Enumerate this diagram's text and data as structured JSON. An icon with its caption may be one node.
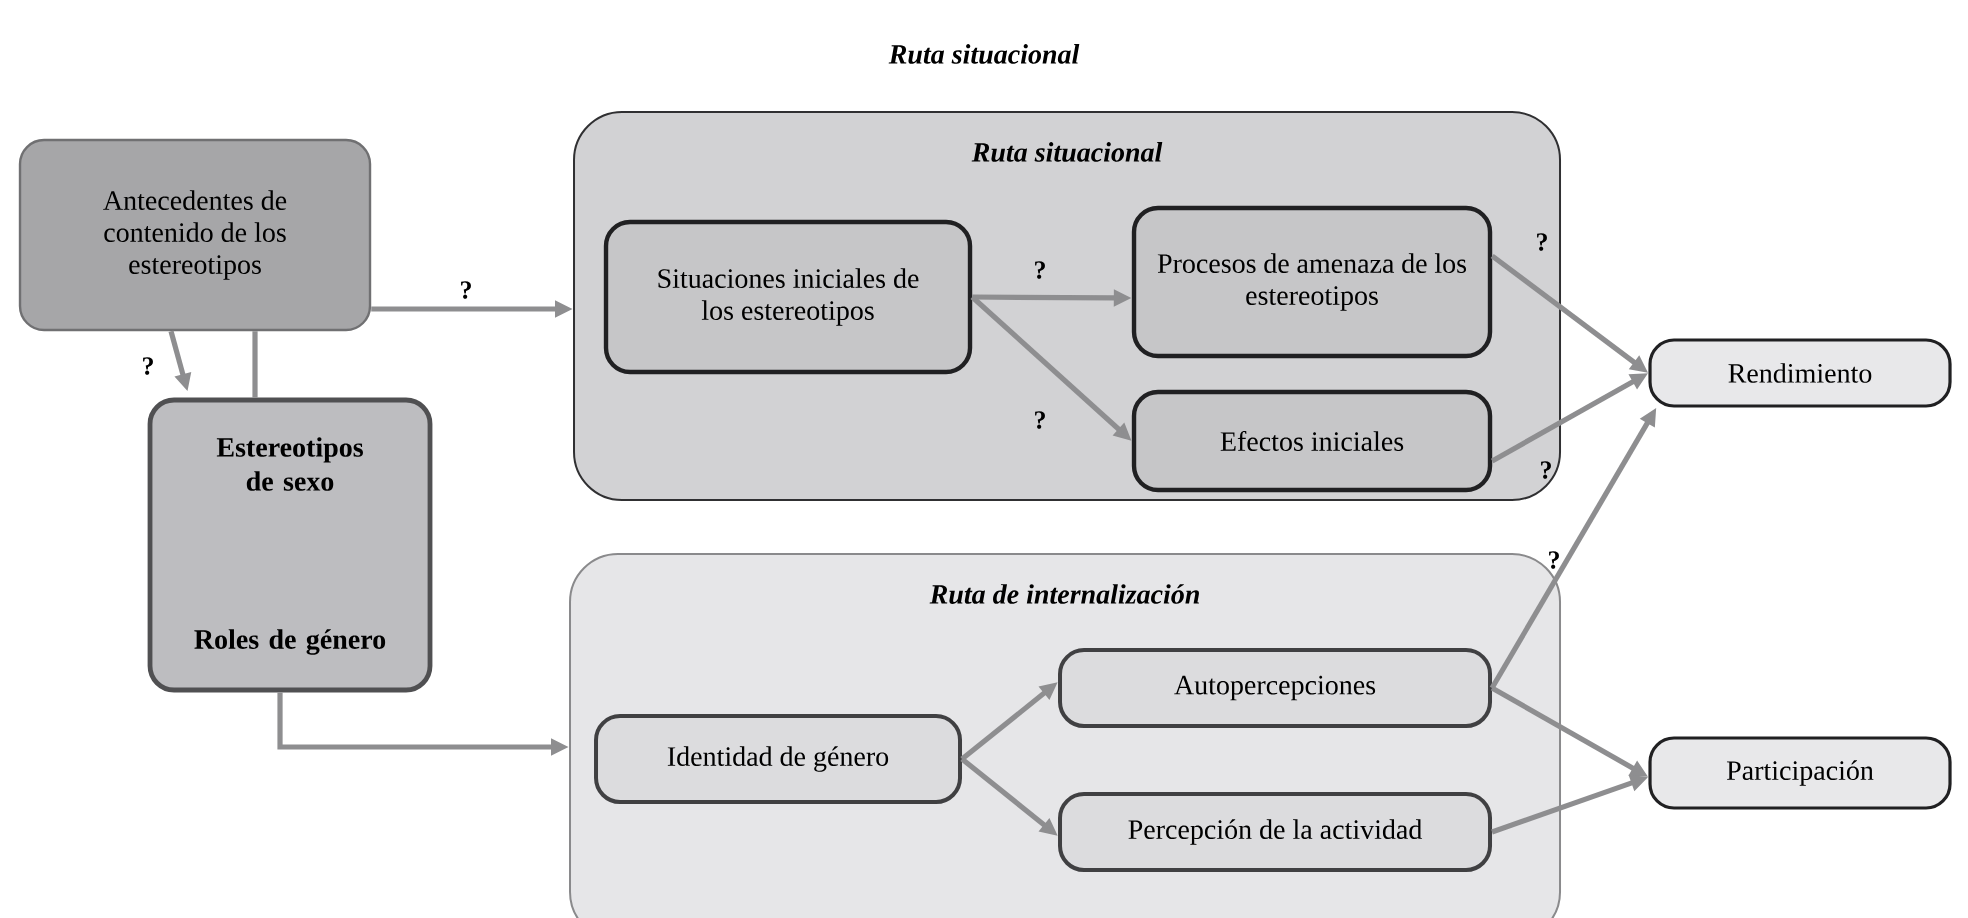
{
  "diagram": {
    "title": "Ruta situacional",
    "nodes": [
      {
        "text": [
          "Antecedentes de contenido de los estereotipos"
        ]
      },
      {
        "text": [
          "Estereotipos de sexo",
          "Roles de género"
        ]
      },
      {
        "text": [
          "Ruta situacional"
        ]
      },
      {
        "text": [
          "Situaciones iniciales de los estereotipos"
        ],
        "in": 2
      },
      {
        "text": [
          "Procesos de amenaza de los estereotipos"
        ],
        "in": 2
      },
      {
        "text": [
          "Efectos iniciales"
        ],
        "in": 2
      },
      {
        "text": [
          "Rendimiento"
        ]
      },
      {
        "text": [
          "Ruta de internalización"
        ]
      },
      {
        "text": [
          "Identidad de género"
        ],
        "in": 7
      },
      {
        "text": [
          "Autopercepciones"
        ],
        "in": 7
      },
      {
        "text": [
          "Percepción de la actividad"
        ],
        "in": 7
      },
      {
        "text": [
          "Participación"
        ]
      }
    ],
    "edges": [
      {
        "from": 0,
        "to": 2,
        "arrow": "to",
        "label": "?"
      },
      {
        "from": 0,
        "to": 1,
        "arrow": "to",
        "label": "?"
      },
      {
        "from": 0,
        "to": 1,
        "arrow": "none"
      },
      {
        "from": 1,
        "to": 7,
        "arrow": "to"
      },
      {
        "from": 3,
        "to": 4,
        "arrow": "to",
        "label": "?"
      },
      {
        "from": 3,
        "to": 5,
        "arrow": "to",
        "label": "?"
      },
      {
        "from": 4,
        "to": 6,
        "arrow": "to",
        "label": "?"
      },
      {
        "from": 5,
        "to": 6,
        "arrow": "to",
        "label": "?"
      },
      {
        "from": 9,
        "to": 6,
        "arrow": "to",
        "label": "?"
      },
      {
        "from": 8,
        "to": 9,
        "arrow": "to"
      },
      {
        "from": 8,
        "to": 10,
        "arrow": "to"
      },
      {
        "from": 9,
        "to": 11,
        "arrow": "to"
      },
      {
        "from": 10,
        "to": 11,
        "arrow": "to"
      }
    ]
  }
}
